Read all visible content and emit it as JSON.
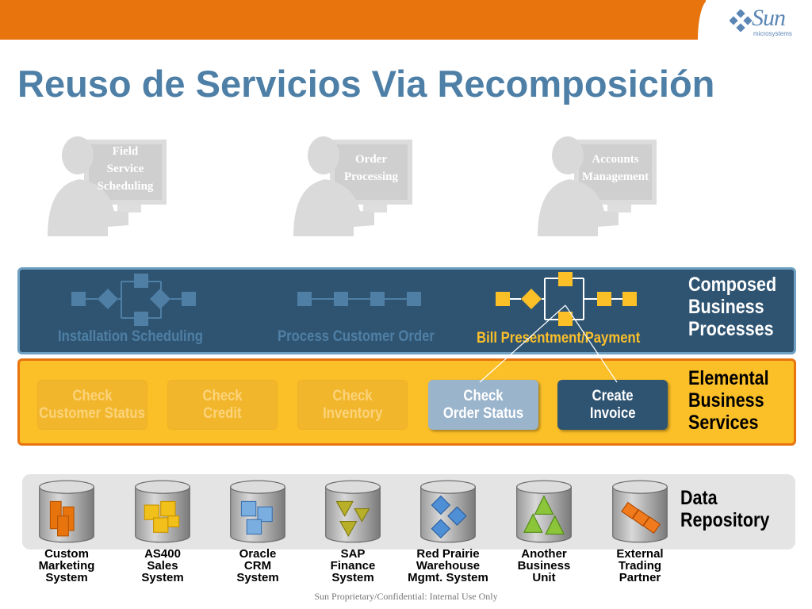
{
  "slide": {
    "title": "Reuso de Servicios Via Recomposición",
    "footer": "Sun Proprietary/Confidential: Internal Use Only"
  },
  "logo": {
    "wordmark": "Sun",
    "subtitle": "microsystems"
  },
  "users": [
    {
      "screen_lines": [
        "Field",
        "Service",
        "Scheduling"
      ]
    },
    {
      "screen_lines": [
        "Order",
        "Processing"
      ]
    },
    {
      "screen_lines": [
        "Accounts",
        "Management"
      ]
    }
  ],
  "composed_layer": {
    "title_lines": [
      "Composed",
      "Business",
      "Processes"
    ],
    "processes": [
      {
        "label": "Installation Scheduling",
        "active": false
      },
      {
        "label": "Process Customer Order",
        "active": false
      },
      {
        "label": "Bill Presentment/Payment",
        "active": true
      }
    ]
  },
  "elemental_layer": {
    "title_lines": [
      "Elemental",
      "Business",
      "Services"
    ],
    "services": [
      {
        "lines": [
          "Check",
          "Customer Status"
        ],
        "state": "faded"
      },
      {
        "lines": [
          "Check",
          "Credit"
        ],
        "state": "faded"
      },
      {
        "lines": [
          "Check",
          "Inventory"
        ],
        "state": "faded"
      },
      {
        "lines": [
          "Check",
          "Order Status"
        ],
        "state": "light"
      },
      {
        "lines": [
          "Create",
          "Invoice"
        ],
        "state": "dark"
      }
    ]
  },
  "data_layer": {
    "title_lines": [
      "Data",
      "Repository"
    ],
    "systems": [
      {
        "lines": [
          "Custom",
          "Marketing",
          "System"
        ],
        "icon": "orange-blocks-icon"
      },
      {
        "lines": [
          "AS400",
          "Sales",
          "System"
        ],
        "icon": "yellow-cubes-icon"
      },
      {
        "lines": [
          "Oracle",
          "CRM",
          "System"
        ],
        "icon": "blue-cubes-icon"
      },
      {
        "lines": [
          "SAP",
          "Finance",
          "System"
        ],
        "icon": "olive-pyramids-icon"
      },
      {
        "lines": [
          "Red Prairie",
          "Warehouse",
          "Mgmt. System"
        ],
        "icon": "blue-diamonds-icon"
      },
      {
        "lines": [
          "Another",
          "Business",
          "Unit"
        ],
        "icon": "green-pyramids-icon"
      },
      {
        "lines": [
          "External",
          "Trading",
          "Partner"
        ],
        "icon": "orange-stacked-icon"
      }
    ]
  },
  "colors": {
    "orange": "#e8740e",
    "title_blue": "#4e7fa6",
    "composed_bg": "#2f5472",
    "elemental_bg": "#fbbf28",
    "active_process": "#fbbf28",
    "faded_process": "#4f7fa4"
  }
}
